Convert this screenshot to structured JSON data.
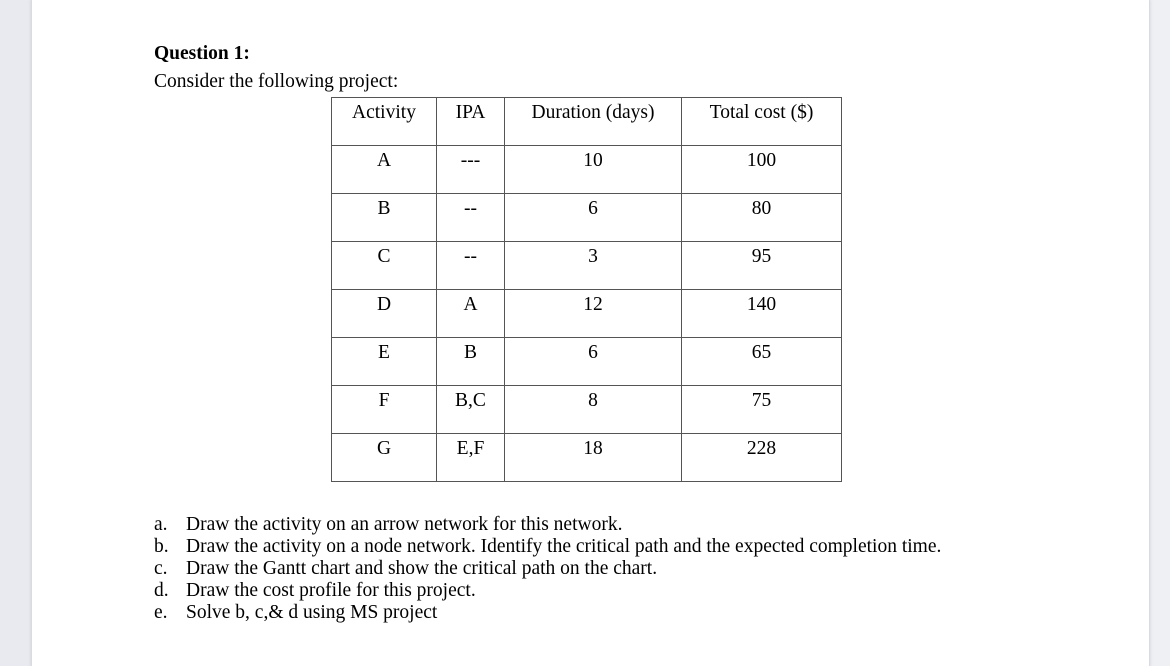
{
  "document": {
    "question_label": "Question 1:",
    "intro": "Consider the following project:"
  },
  "table": {
    "headers": [
      "Activity",
      "IPA",
      "Duration (days)",
      "Total cost ($)"
    ],
    "rows": [
      [
        "A",
        "---",
        "10",
        "100"
      ],
      [
        "B",
        "--",
        "6",
        "80"
      ],
      [
        "C",
        "--",
        "3",
        "95"
      ],
      [
        "D",
        "A",
        "12",
        "140"
      ],
      [
        "E",
        "B",
        "6",
        "65"
      ],
      [
        "F",
        "B,C",
        "8",
        "75"
      ],
      [
        "G",
        "E,F",
        "18",
        "228"
      ]
    ]
  },
  "tasks": [
    {
      "marker": "a.",
      "text": "Draw the activity on an arrow network for this network."
    },
    {
      "marker": "b.",
      "text": "Draw the activity on a node network. Identify the critical path and the expected completion time."
    },
    {
      "marker": "c.",
      "text": "Draw the Gantt chart and show the critical path on the chart."
    },
    {
      "marker": "d.",
      "text": "Draw the cost profile for this project."
    },
    {
      "marker": "e.",
      "text": "Solve b, c,& d using MS project"
    }
  ],
  "colors": {
    "page_background": "#ffffff",
    "gutter_background": "#ecedf2",
    "table_border": "#555555",
    "text": "#000000"
  }
}
